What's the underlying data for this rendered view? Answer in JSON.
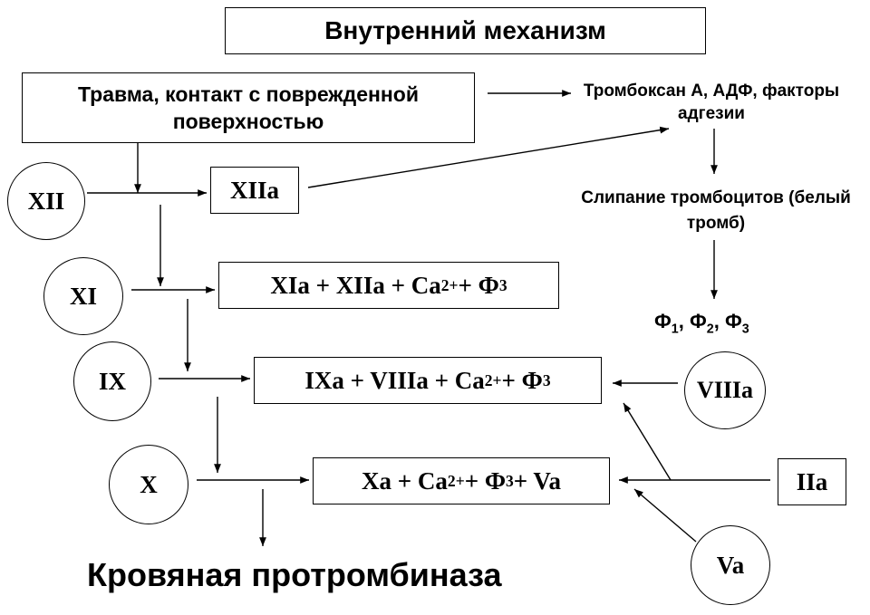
{
  "title": "Внутренний механизм",
  "trigger": "Травма, контакт с поврежденной поверхностью",
  "platelet": {
    "factors": "Тромбоксан А, АДФ, факторы адгезии",
    "aggregation": "Слипание тромбоцитов (белый тромб)",
    "phi1": "Ф",
    "phi1_sub": "1",
    "sep1": ", ",
    "phi2": "Ф",
    "phi2_sub": "2",
    "sep2": ", ",
    "phi3": "Ф",
    "phi3_sub": "3"
  },
  "factors": {
    "xii": "XII",
    "xi": "XI",
    "ix": "IX",
    "x": "X",
    "viiia": "VIIIa",
    "iia": "IIa",
    "va": "Va"
  },
  "complexes": {
    "xiia": "XIIa",
    "xia_main": "XIa + XIIa + Ca ",
    "xia_sup": "2+",
    "xia_tail": " + Ф",
    "xia_sub": "3",
    "ixa_main": "IXa + VIIIa + Ca ",
    "ixa_sup": "2+",
    "ixa_tail": " + Ф",
    "ixa_sub": "3",
    "xa_main": "Xa + Ca ",
    "xa_sup": "2+",
    "xa_mid": " + Ф",
    "xa_sub": "3",
    "xa_tail": " + Va"
  },
  "result": "Кровяная протромбиназа"
}
